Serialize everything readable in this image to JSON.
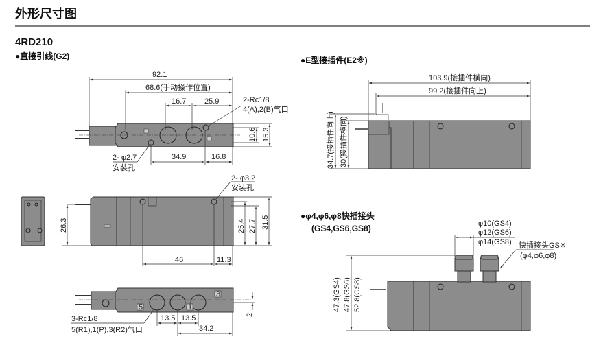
{
  "header": {
    "title": "外形尺寸图",
    "model": "4RD210"
  },
  "direct_wire": {
    "heading": "●直接引线(G2)",
    "top_view": {
      "overall_length": "92.1",
      "manual_position": "68.6(手动操作位置)",
      "port_pitch": "16.7",
      "port_end": "25.9",
      "port_callout_1": "2-Rc1/8",
      "port_callout_2": "4(A),2(B)气口",
      "height_inner": "10.6",
      "height_outer": "15.3",
      "hole_callout_1": "2- φ2.7",
      "hole_callout_2": "安装孔",
      "hole_pitch": "34.9",
      "hole_end": "16.8"
    },
    "front_view": {
      "hole_callout_1": "2- φ3.2",
      "hole_callout_2": "安装孔",
      "wire_height": "26.3",
      "h1": "25.4",
      "h2": "27.7",
      "h3": "31.5",
      "hole_pitch": "46",
      "hole_end": "11.3"
    },
    "bottom_view": {
      "port_callout_1": "3-Rc1/8",
      "port_callout_2": "5(R1),1(P),3(R2)气口",
      "pitch_a": "13.5",
      "pitch_b": "13.5",
      "port_end": "34.2",
      "offset": "2",
      "port_labels": [
        "5",
        "1",
        "3"
      ]
    }
  },
  "e_connector": {
    "heading": "●E型接插件(E2※)",
    "length_horizontal": "103.9(接插件横向)",
    "length_up": "99.2(接插件向上)",
    "height_up": "34.7(接插件向上)",
    "height_horizontal": "30(接插件横向)"
  },
  "fittings": {
    "heading": "●φ4,φ6,φ8快插接头",
    "subheading": "(GS4,GS6,GS8)",
    "dia_gs4": "φ10(GS4)",
    "dia_gs6": "φ12(GS6)",
    "dia_gs8": "φ14(GS8)",
    "callout_1": "快插接头GS※",
    "callout_2": "(φ4,φ6,φ8)",
    "h_gs4": "47.3(GS4)",
    "h_gs6": "47.8(GS6)",
    "h_gs8": "52.8(GS8)"
  }
}
